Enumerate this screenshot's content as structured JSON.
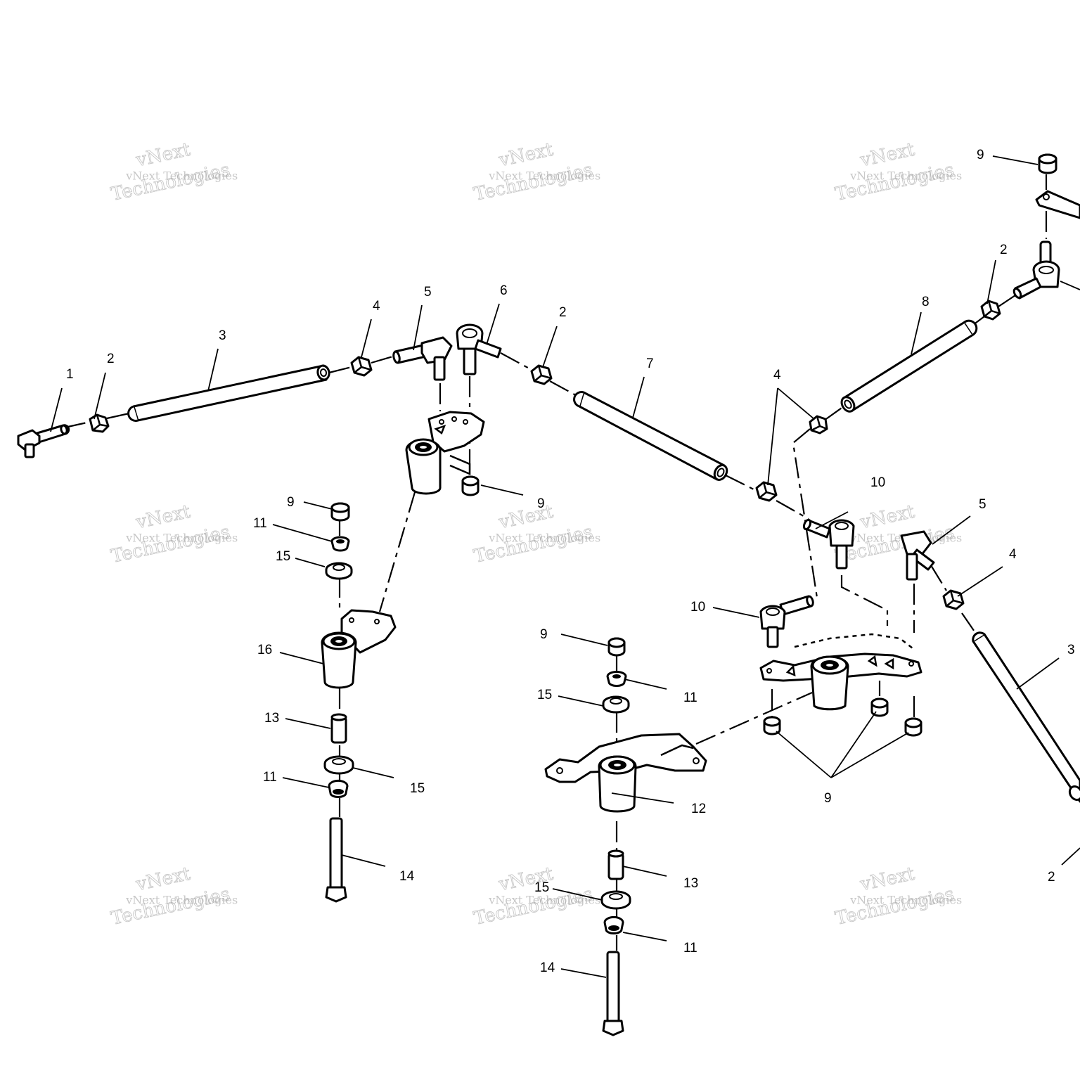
{
  "watermark": {
    "line_small": "vNext Technologies",
    "line_top": "vNext",
    "line_big": "Technologies"
  },
  "callouts": {
    "c1": "1",
    "c2a": "2",
    "c3a": "3",
    "c4a": "4",
    "c5a": "5",
    "c6": "6",
    "c2b": "2",
    "c7": "7",
    "c4b": "4",
    "c8": "8",
    "c2c": "2",
    "c9a": "9",
    "c9b": "9",
    "c9c": "9",
    "c11a": "11",
    "c15a": "15",
    "c16": "16",
    "c13a": "13",
    "c11b": "11",
    "c15b": "15",
    "c14a": "14",
    "c10a": "10",
    "c10b": "10",
    "c5b": "5",
    "c4c": "4",
    "c3b": "3",
    "c9d": "9",
    "c11c": "11",
    "c15c": "15",
    "c12": "12",
    "c13b": "13",
    "c15d": "15",
    "c11d": "11",
    "c14b": "14",
    "c9e": "9",
    "c2d": "2"
  }
}
